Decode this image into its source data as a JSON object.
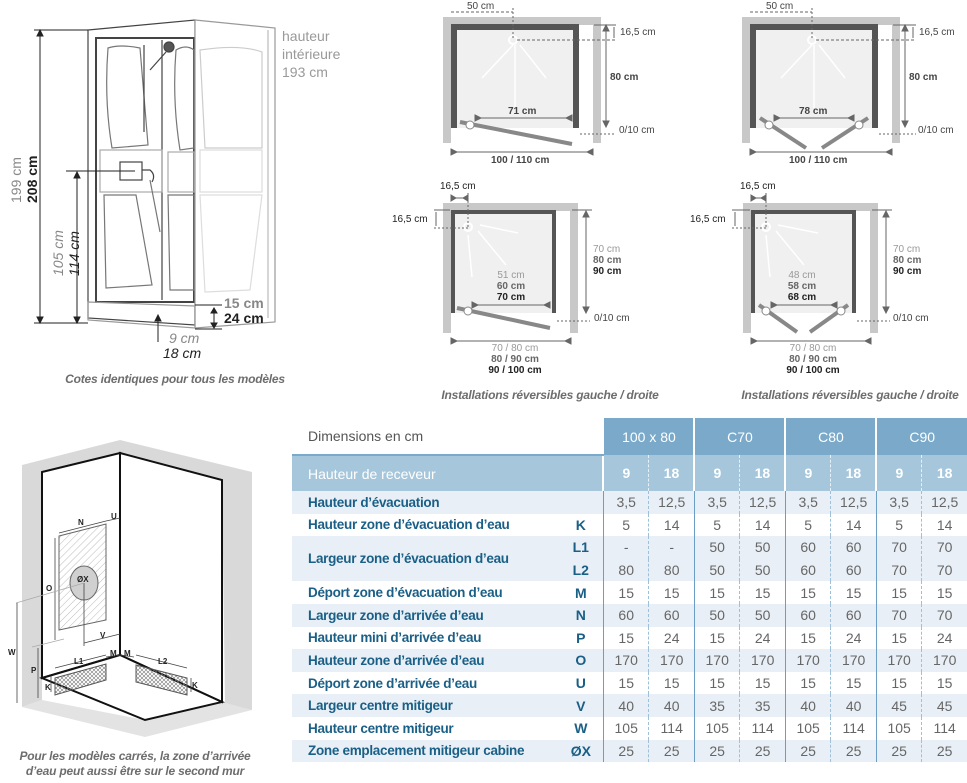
{
  "cabin_diagram": {
    "height_total": [
      "199 cm",
      "208 cm"
    ],
    "mixer_height": [
      "105 cm",
      "114 cm"
    ],
    "interior_height": [
      "hauteur",
      "intérieure",
      "193 cm"
    ],
    "tray_offset": [
      "15 cm",
      "24 cm"
    ],
    "tray_height": [
      "9 cm",
      "18 cm"
    ],
    "caption": "Cotes identiques pour tous les modèles"
  },
  "plan_pivot_rect": {
    "shower_offset": "50 cm",
    "shower_depth": "16,5 cm",
    "depth": "80 cm",
    "door_opening": "71 cm",
    "side_gap": "0/10 cm",
    "width": "100 / 110 cm"
  },
  "plan_folding_rect": {
    "shower_offset": "50 cm",
    "shower_depth": "16,5 cm",
    "depth": "80 cm",
    "door_opening": "78 cm",
    "side_gap": "0/10 cm",
    "width": "100 / 110 cm"
  },
  "plan_pivot_square": {
    "shower_x": "16,5 cm",
    "shower_y": "16,5 cm",
    "depths": [
      "70 cm",
      "80 cm",
      "90 cm"
    ],
    "openings": [
      "51 cm",
      "60 cm",
      "70 cm"
    ],
    "side_gap": "0/10 cm",
    "widths": [
      "70 / 80 cm",
      "80 / 90 cm",
      "90 / 100 cm"
    ],
    "caption": "Installations réversibles gauche / droite"
  },
  "plan_folding_square": {
    "shower_x": "16,5 cm",
    "shower_y": "16,5 cm",
    "depths": [
      "70 cm",
      "80 cm",
      "90 cm"
    ],
    "openings": [
      "48 cm",
      "58 cm",
      "68 cm"
    ],
    "side_gap": "0/10 cm",
    "widths": [
      "70 / 80 cm",
      "80 / 90 cm",
      "90 / 100 cm"
    ],
    "caption": "Installations réversibles gauche / droite"
  },
  "wall_diagram": {
    "labels": {
      "N": "N",
      "U": "U",
      "O": "O",
      "X": "ØX",
      "V": "V",
      "W": "W",
      "P": "P",
      "L1": "L1",
      "L2": "L2",
      "M": "M",
      "K": "K"
    },
    "caption": [
      "Pour les modèles carrés, la zone d’arrivée",
      "d’eau peut aussi être sur le second mur"
    ]
  },
  "table": {
    "title": "Dimensions en cm",
    "models": [
      "100 x 80",
      "C70",
      "C80",
      "C90"
    ],
    "tray_label": "Hauteur de receveur",
    "tray_heights": [
      "9",
      "18",
      "9",
      "18",
      "9",
      "18",
      "9",
      "18"
    ],
    "rows": [
      {
        "label": "Hauteur d’évacuation",
        "code": "",
        "values": [
          "3,5",
          "12,5",
          "3,5",
          "12,5",
          "3,5",
          "12,5",
          "3,5",
          "12,5"
        ]
      },
      {
        "label": "Hauteur zone d’évacuation d’eau",
        "code": "K",
        "values": [
          "5",
          "14",
          "5",
          "14",
          "5",
          "14",
          "5",
          "14"
        ]
      },
      {
        "label": "Largeur zone d’évacuation d’eau",
        "code": "L1",
        "code2": "L2",
        "values": [
          "-",
          "-",
          "50",
          "50",
          "60",
          "60",
          "70",
          "70"
        ],
        "values2": [
          "80",
          "80",
          "50",
          "50",
          "60",
          "60",
          "70",
          "70"
        ]
      },
      {
        "label": "Déport zone d’évacuation d’eau",
        "code": "M",
        "values": [
          "15",
          "15",
          "15",
          "15",
          "15",
          "15",
          "15",
          "15"
        ]
      },
      {
        "label": "Largeur zone d’arrivée d’eau",
        "code": "N",
        "values": [
          "60",
          "60",
          "50",
          "50",
          "60",
          "60",
          "70",
          "70"
        ]
      },
      {
        "label": "Hauteur mini d’arrivée d’eau",
        "code": "P",
        "values": [
          "15",
          "24",
          "15",
          "24",
          "15",
          "24",
          "15",
          "24"
        ]
      },
      {
        "label": "Hauteur zone d’arrivée d’eau",
        "code": "O",
        "values": [
          "170",
          "170",
          "170",
          "170",
          "170",
          "170",
          "170",
          "170"
        ]
      },
      {
        "label": "Déport zone d’arrivée d’eau",
        "code": "U",
        "values": [
          "15",
          "15",
          "15",
          "15",
          "15",
          "15",
          "15",
          "15"
        ]
      },
      {
        "label": "Largeur centre mitigeur",
        "code": "V",
        "values": [
          "40",
          "40",
          "35",
          "35",
          "40",
          "40",
          "45",
          "45"
        ]
      },
      {
        "label": "Hauteur centre mitigeur",
        "code": "W",
        "values": [
          "105",
          "114",
          "105",
          "114",
          "105",
          "114",
          "105",
          "114"
        ]
      },
      {
        "label": "Zone emplacement mitigeur cabine",
        "code": "ØX",
        "values": [
          "25",
          "25",
          "25",
          "25",
          "25",
          "25",
          "25",
          "25"
        ]
      }
    ]
  },
  "colors": {
    "header": "#7aa9c9",
    "subheader": "#a6c6db",
    "label_blue": "#1a5f86",
    "row_alt": "#e8eff6",
    "wall_grey": "#d9d9d9",
    "plan_grey": "#c8c8c8",
    "plan_dark": "#555555"
  }
}
